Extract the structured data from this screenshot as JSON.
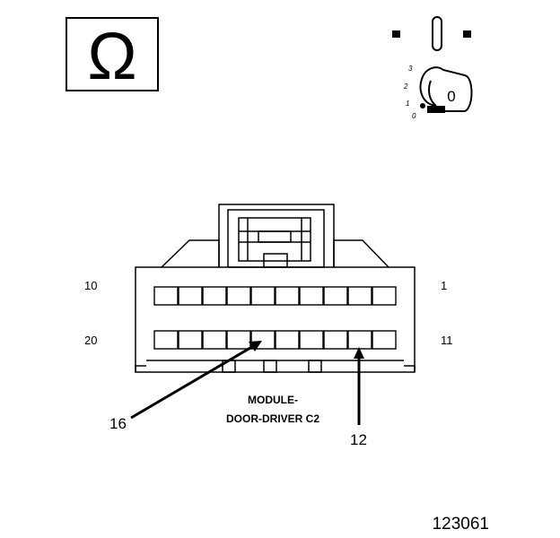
{
  "diagram": {
    "ohm_symbol": "Ω",
    "ignition": {
      "positions": [
        "3",
        "2",
        "1",
        "0"
      ],
      "key_label": "0"
    },
    "connector": {
      "title_line1": "MODULE-",
      "title_line2": "DOOR-DRIVER C2",
      "cavity_count_per_row": 10,
      "top_row_left_pin": "10",
      "top_row_right_pin": "1",
      "bottom_row_left_pin": "20",
      "bottom_row_right_pin": "11"
    },
    "callouts": [
      {
        "label": "16"
      },
      {
        "label": "12"
      }
    ],
    "figure_id": "123061"
  }
}
